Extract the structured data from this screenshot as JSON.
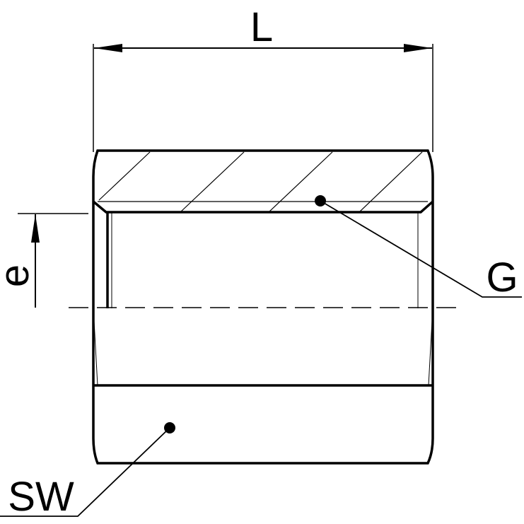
{
  "labels": {
    "length": "L",
    "eccentricity": "e",
    "thread": "G",
    "wrench_size": "SW"
  },
  "colors": {
    "line": "#000000",
    "background": "#ffffff"
  }
}
